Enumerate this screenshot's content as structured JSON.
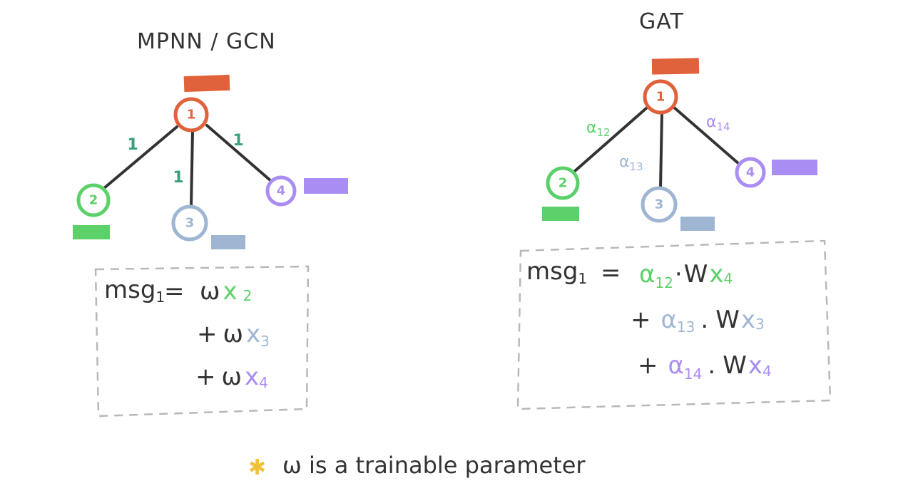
{
  "colors": {
    "ink": "#333333",
    "orange": "#e0623a",
    "green": "#5cd16a",
    "blue": "#9fb6d3",
    "purple": "#a98df2",
    "teal": "#3aa07c",
    "star": "#f0c23a",
    "dash": "#b8b8b8"
  },
  "left": {
    "title": "MPNN / GCN",
    "nodes": {
      "n1": "1",
      "n2": "2",
      "n3": "3",
      "n4": "4"
    },
    "edge_weights": {
      "e12": "1",
      "e13": "1",
      "e14": "1"
    },
    "equation": {
      "lhs": "msg",
      "lhs_sub": "1",
      "eq": "=",
      "row1": {
        "w": "ω",
        "x": "x",
        "sub": "2"
      },
      "row2": {
        "plus": "+",
        "w": "ω",
        "x": "x",
        "sub": "3"
      },
      "row3": {
        "plus": "+",
        "w": "ω",
        "x": "x",
        "sub": "4"
      }
    }
  },
  "right": {
    "title": "GAT",
    "nodes": {
      "n1": "1",
      "n2": "2",
      "n3": "3",
      "n4": "4"
    },
    "edge_weights": {
      "e12": {
        "a": "α",
        "sub": "12"
      },
      "e13": {
        "a": "α",
        "sub": "13"
      },
      "e14": {
        "a": "α",
        "sub": "14"
      }
    },
    "equation": {
      "lhs": "msg",
      "lhs_sub": "1",
      "eq": "=",
      "row1": {
        "a": "α",
        "asub": "12",
        "dot": "·",
        "W": "W",
        "x": "x",
        "sub": "4"
      },
      "row2": {
        "plus": "+",
        "a": "α",
        "asub": "13",
        "dot": ".",
        "W": "W",
        "x": "x",
        "sub": "3"
      },
      "row3": {
        "plus": "+",
        "a": "α",
        "asub": "14",
        "dot": ".",
        "W": "W",
        "x": "x",
        "sub": "4"
      }
    }
  },
  "footer": {
    "star": "✱",
    "text": "ω is a trainable parameter"
  }
}
